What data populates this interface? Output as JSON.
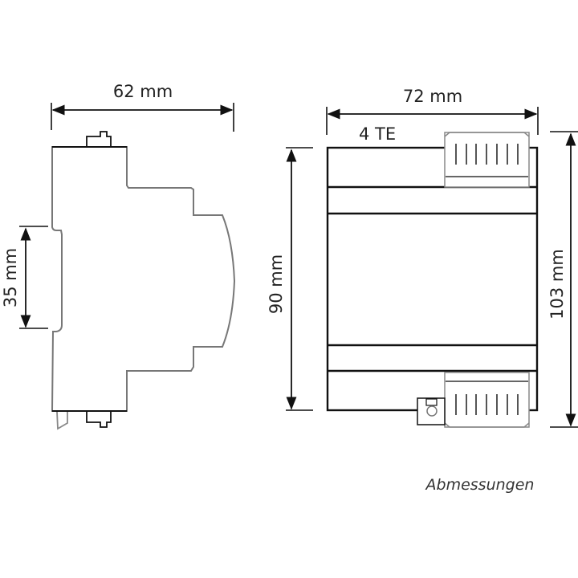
{
  "side_view": {
    "width_label": "62 mm",
    "rail_label": "35 mm"
  },
  "front_view": {
    "width_label": "72 mm",
    "modules_label": "4 TE",
    "height_label": "90 mm",
    "total_height_label": "103 mm"
  },
  "caption": "Abmessungen",
  "colors": {
    "line": "#111111",
    "outline_gray": "#777777",
    "terminal_gray": "#999999"
  }
}
